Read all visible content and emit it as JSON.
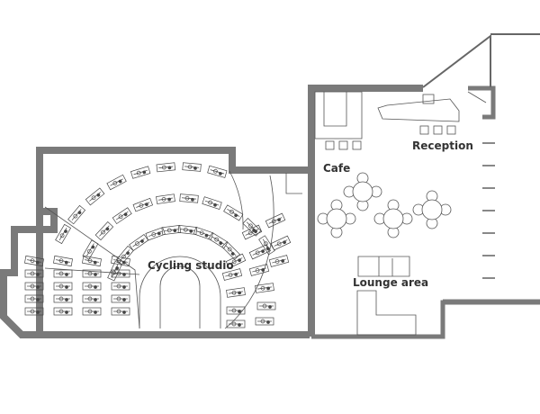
{
  "labels": {
    "cycling_studio": "Cycling studio",
    "cafe": "Cafe",
    "reception": "Reception",
    "lounge": "Lounge area"
  },
  "colors": {
    "wall": "#7a7a7a",
    "line": "#555555",
    "label": "#333333"
  }
}
